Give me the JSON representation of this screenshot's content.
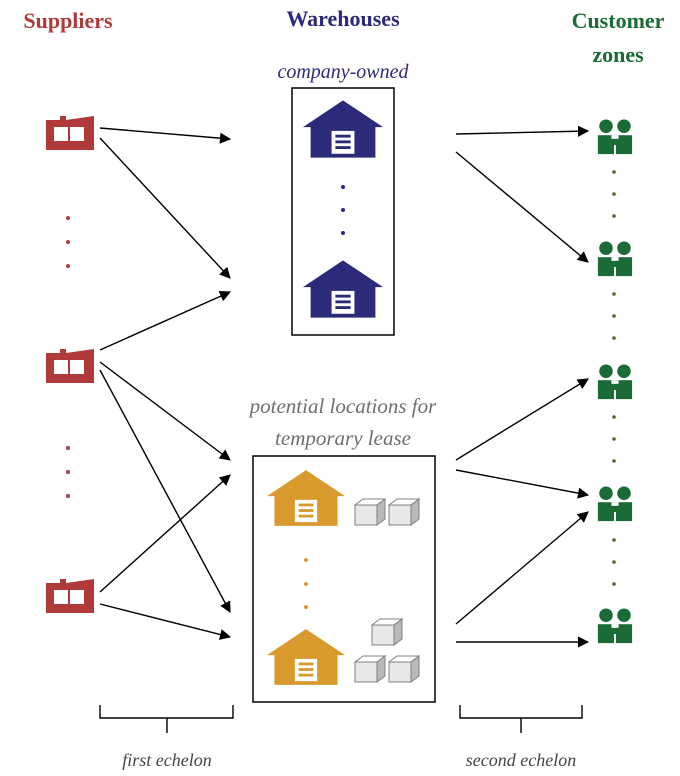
{
  "headers": {
    "suppliers": "Suppliers",
    "warehouses": "Warehouses",
    "customer_zones_line1": "Customer",
    "customer_zones_line2": "zones"
  },
  "labels": {
    "company_owned": "company-owned",
    "potential_line1": "potential locations for",
    "potential_line2": "temporary lease",
    "first_echelon": "first echelon",
    "second_echelon": "second echelon"
  },
  "colors": {
    "suppliers": "#b03a3a",
    "warehouses": "#2b2b7a",
    "customers": "#1a6b35",
    "leased": "#d89a2c",
    "arrow": "#000000",
    "label_gray": "#6e6e6e"
  },
  "icons": {
    "supplier": "factory-icon",
    "owned_warehouse": "warehouse-icon",
    "leased_warehouse": "warehouse-icon",
    "inventory": "box-icon",
    "customer": "people-icon"
  }
}
